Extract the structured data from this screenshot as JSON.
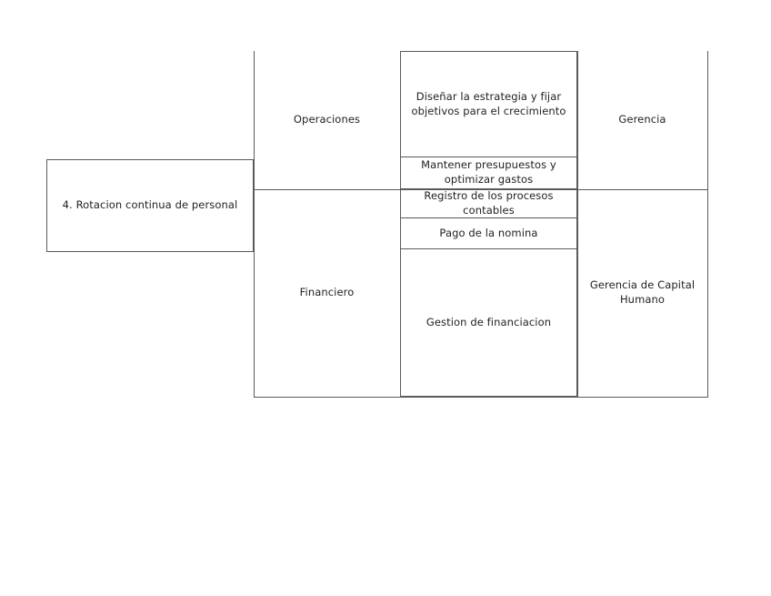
{
  "diagram": {
    "type": "process-flow-matrix",
    "line_color": "#5a5a5a",
    "background_color": "#ffffff",
    "issue": {
      "label": "4. Rotacion continua de personal"
    },
    "areas": [
      {
        "key": "operaciones",
        "label": "Operaciones"
      },
      {
        "key": "financiero",
        "label": "Financiero"
      }
    ],
    "processes": [
      {
        "key": "estrategia",
        "label": "Diseñar la estrategia y fijar\nobjetivos para el crecimiento"
      },
      {
        "key": "presupuestos",
        "label": "Mantener presupuestos y\noptimizar gastos"
      },
      {
        "key": "contables",
        "label": "Registro de los procesos\ncontables"
      },
      {
        "key": "nomina",
        "label": "Pago de la nomina"
      },
      {
        "key": "financiacion",
        "label": "Gestion de financiacion"
      }
    ],
    "owners": [
      {
        "key": "gerencia",
        "label": "Gerencia"
      },
      {
        "key": "capital-humano",
        "label": "Gerencia de Capital\nHumano"
      }
    ]
  }
}
